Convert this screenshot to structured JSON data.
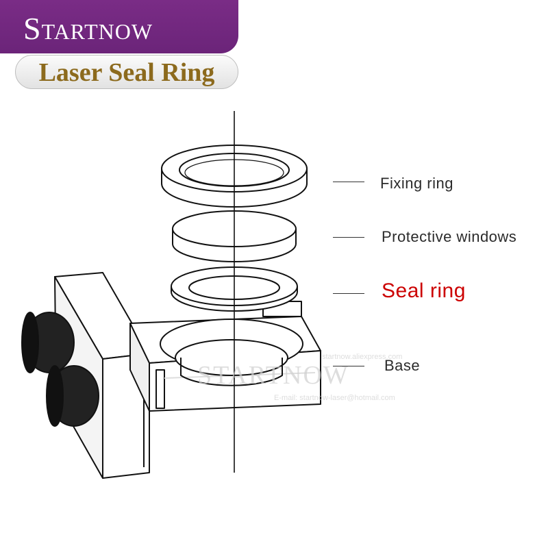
{
  "brand": {
    "name": "Startnow",
    "accent": "#722a80",
    "title_color": "#8c6a1d"
  },
  "title": "Laser Seal Ring",
  "parts": [
    {
      "label": "Fixing ring",
      "color": "#2b2b2b"
    },
    {
      "label": "Protective windows",
      "color": "#2b2b2b"
    },
    {
      "label": "Seal ring",
      "color": "#cc0000"
    },
    {
      "label": "Base",
      "color": "#2b2b2b"
    }
  ],
  "watermark": {
    "brand": "STARTNOW",
    "url": "startnow.aliexpress.com",
    "contact": "E-mail: startnow-laser@hotmail.com"
  },
  "icons": [
    "exploded-assembly-drawing"
  ]
}
